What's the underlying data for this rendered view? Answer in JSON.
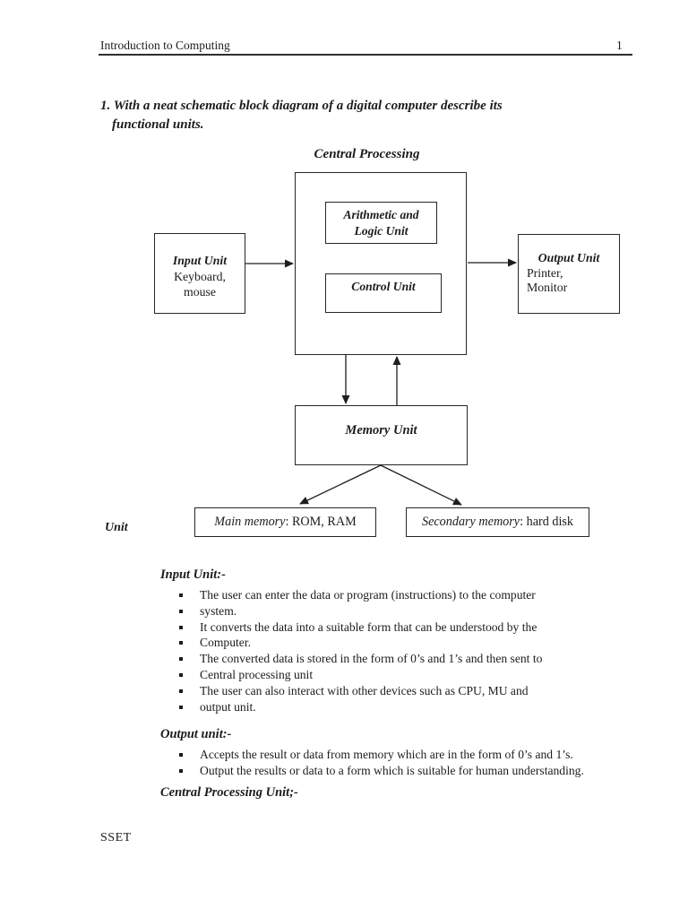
{
  "header": {
    "title": "Introduction to Computing",
    "page_number": "1"
  },
  "question": {
    "line1": "1. With a neat schematic block diagram of a digital computer describe its",
    "line2": "functional units."
  },
  "diagram": {
    "title": "Central Processing",
    "alu_line1": "Arithmetic and",
    "alu_line2": "Logic Unit",
    "control_label": "Control Unit",
    "input_title": "Input Unit",
    "input_line1": "Keyboard,",
    "input_line2": "mouse",
    "output_title": "Output Unit",
    "output_line1": "Printer,",
    "output_line2": "Monitor",
    "memory_label": "Memory Unit",
    "main_memory_italic": "Main memory",
    "main_memory_rest": ": ROM, RAM",
    "secondary_memory_italic": "Secondary memory",
    "secondary_memory_rest": ": hard disk",
    "unit_label": "Unit"
  },
  "sections": [
    {
      "heading": "Input Unit:-",
      "bullets": [
        "The user can enter the data or program (instructions) to the computer",
        "system.",
        "It converts the data into a suitable form that can be understood by the",
        "Computer.",
        "The converted data is stored in the form of 0’s and 1’s and then sent  to",
        "Central processing unit",
        "The user can also interact with other devices such as CPU, MU and",
        "output unit."
      ]
    },
    {
      "heading": "Output unit:-",
      "bullets": [
        "Accepts the result or data from memory which are in the form of 0’s and 1’s.",
        "Output the results or data to a form which is suitable for human understanding."
      ]
    },
    {
      "heading": "Central Processing Unit;-",
      "bullets": []
    }
  ],
  "footer": "SSET"
}
